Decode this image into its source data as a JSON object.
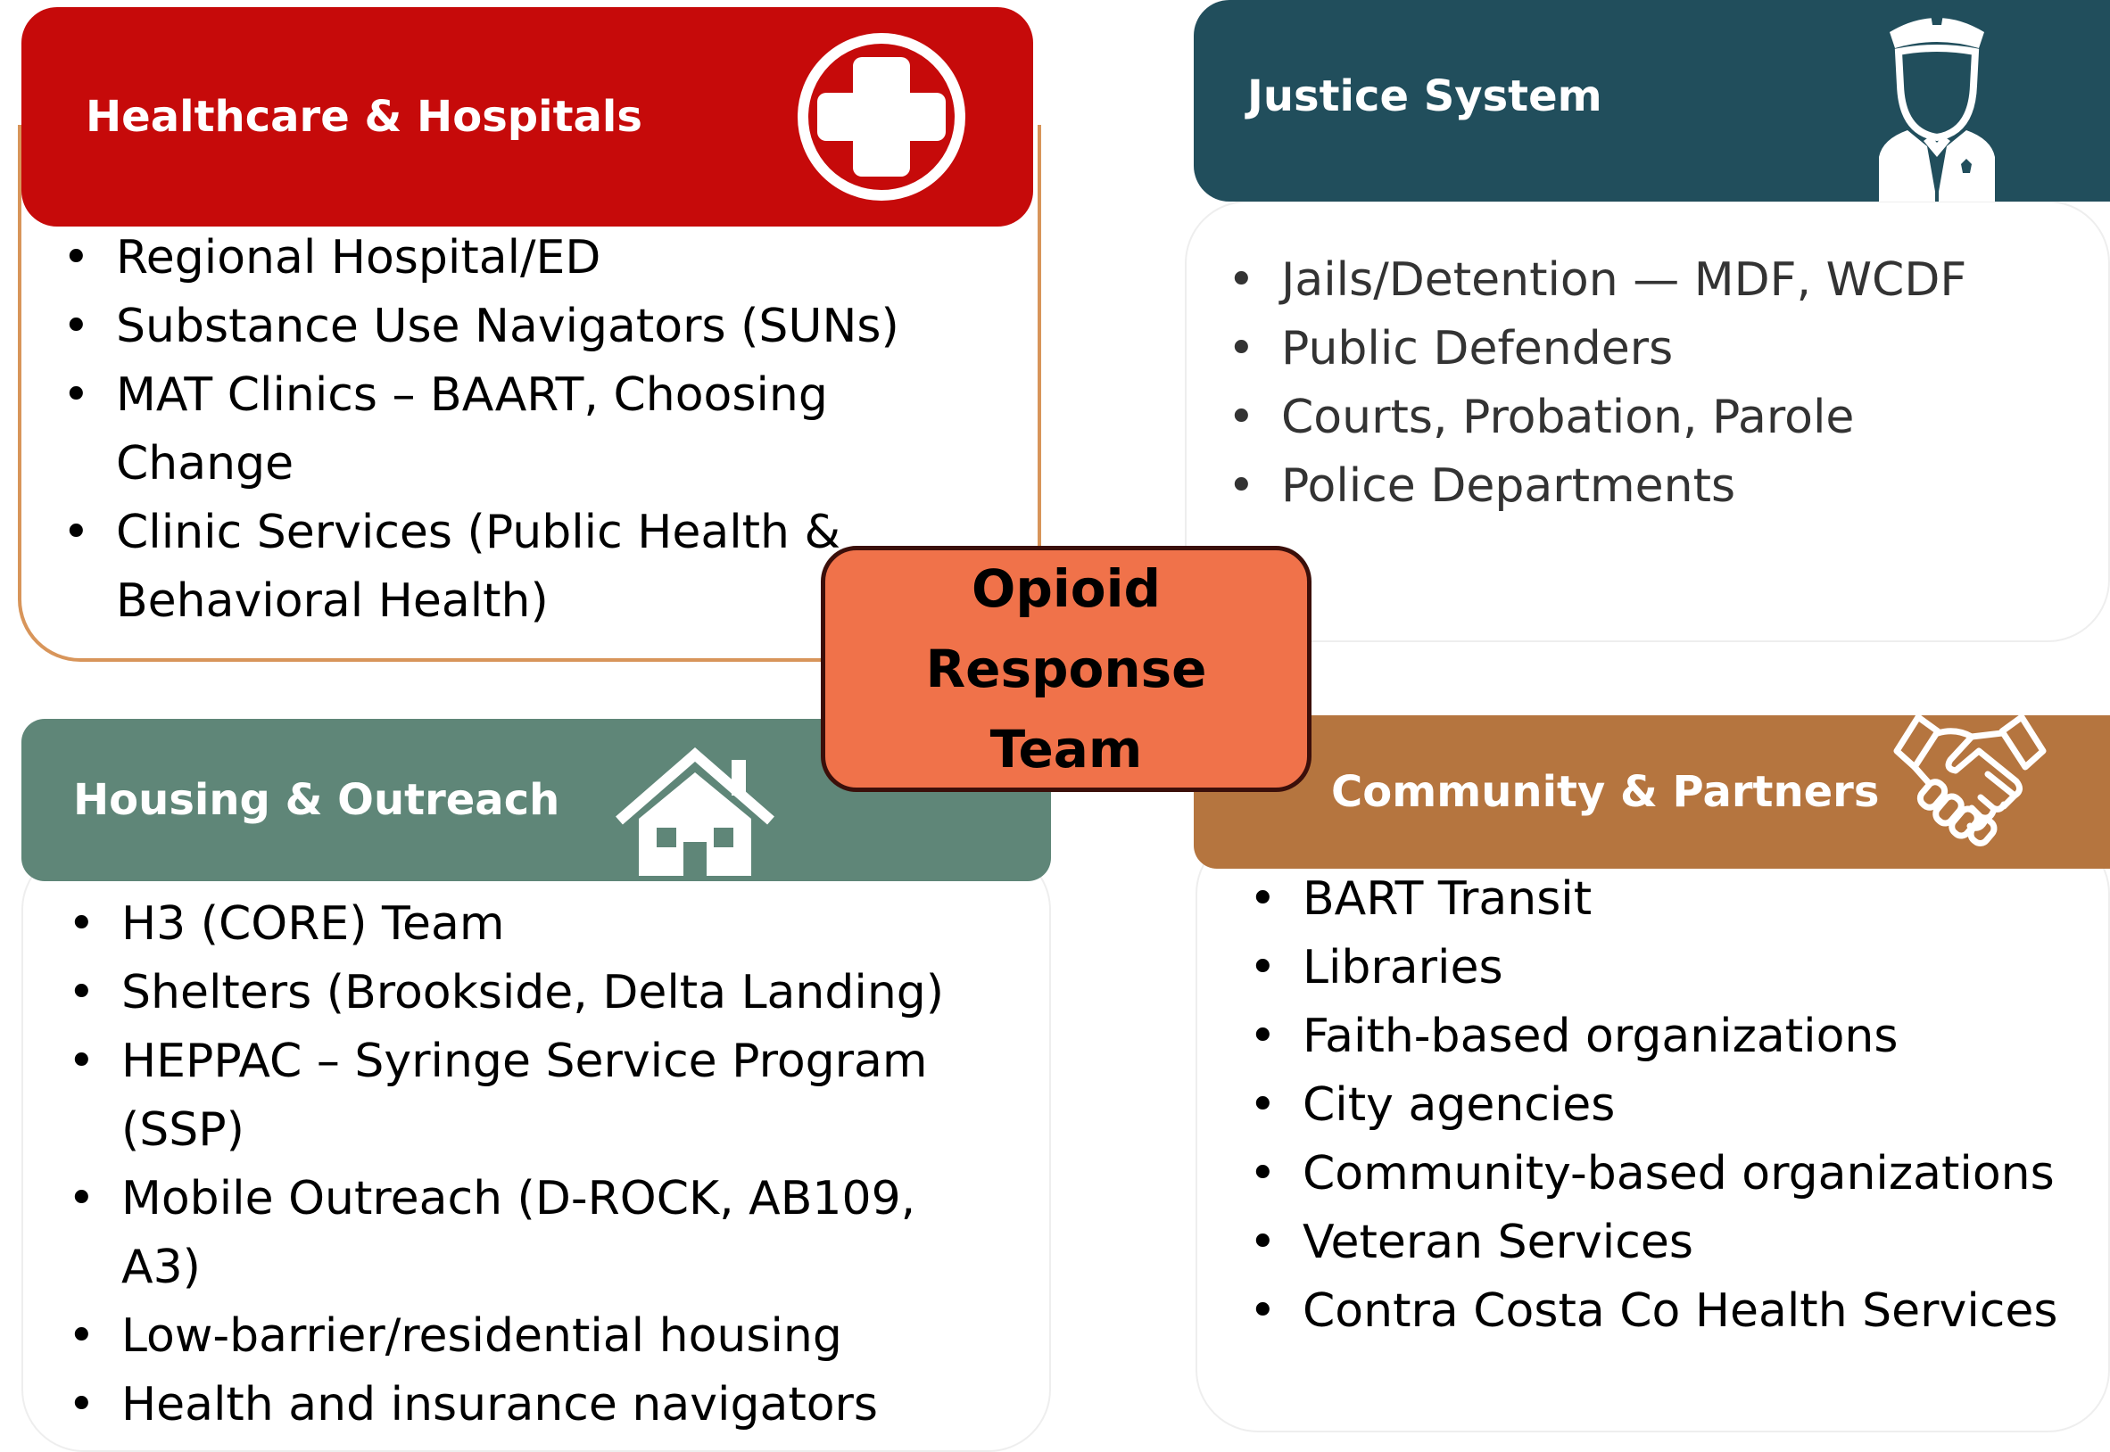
{
  "center": {
    "lines": [
      "Opioid",
      "Response",
      "Team"
    ]
  },
  "healthcare": {
    "title": "Healthcare & Hospitals",
    "icon": "medical-cross-icon",
    "color": "#c60a0a",
    "border": "#d8955a",
    "items": [
      [
        "Regional Hospital/ED"
      ],
      [
        "Substance Use Navigators (SUNs)"
      ],
      [
        "MAT Clinics – BAART, Choosing",
        "Change"
      ],
      [
        "Clinic Services (Public Health &",
        "Behavioral Health)"
      ]
    ]
  },
  "justice": {
    "title": "Justice System",
    "icon": "police-officer-icon",
    "color": "#214e5c",
    "items": [
      [
        "Jails/Detention — MDF, WCDF"
      ],
      [
        "Public Defenders"
      ],
      [
        "Courts, Probation, Parole"
      ],
      [
        "Police Departments"
      ]
    ]
  },
  "housing": {
    "title": "Housing & Outreach",
    "icon": "house-icon",
    "color": "#5f8678",
    "items": [
      [
        "H3 (CORE) Team"
      ],
      [
        "Shelters (Brookside, Delta Landing)"
      ],
      [
        "HEPPAC – Syringe Service Program",
        "(SSP)"
      ],
      [
        "Mobile Outreach (D-ROCK, AB109,",
        "A3)"
      ],
      [
        "Low-barrier/residential housing"
      ],
      [
        "Health and insurance navigators"
      ]
    ]
  },
  "community": {
    "title": "Community & Partners",
    "icon": "handshake-icon",
    "color": "#b5753f",
    "items": [
      [
        "BART Transit"
      ],
      [
        "Libraries"
      ],
      [
        "Faith-based organizations"
      ],
      [
        "City agencies"
      ],
      [
        "Community-based organizations"
      ],
      [
        "Veteran Services"
      ],
      [
        "Contra Costa Co Health Services"
      ]
    ]
  }
}
